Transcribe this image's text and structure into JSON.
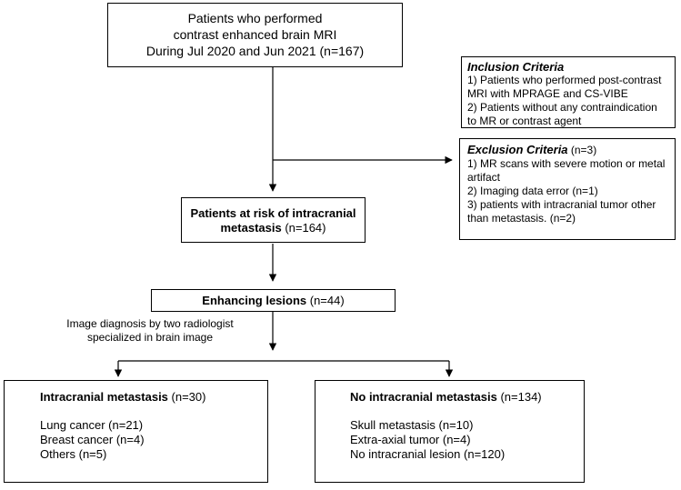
{
  "top_box": {
    "lines": [
      "Patients who performed",
      "contrast enhanced brain MRI",
      "During Jul 2020 and Jun 2021  (n=167)"
    ]
  },
  "inclusion": {
    "title": "Inclusion Criteria",
    "items": [
      "1) Patients who performed post-contrast",
      "MRI with MPRAGE and CS-VIBE",
      "2) Patients without any contraindication",
      "to MR or contrast agent"
    ]
  },
  "exclusion": {
    "title": "Exclusion Criteria",
    "count": " (n=3)",
    "items": [
      "1) MR scans with severe motion or metal",
      "artifact",
      "2) Imaging data error   (n=1)",
      "3) patients with intracranial tumor other",
      "than metastasis. (n=2)"
    ]
  },
  "at_risk": {
    "title_line1": "Patients at risk of intracranial",
    "title_line2_bold": "metastasis",
    "title_line2_rest": " (n=164)"
  },
  "enhancing": {
    "title_bold": "Enhancing lesions",
    "count": " (n=44)"
  },
  "diagnosis_note": {
    "lines": [
      "Image diagnosis by two radiologist",
      "specialized in brain image"
    ]
  },
  "metastasis": {
    "title_bold": "Intracranial metastasis",
    "count": " (n=30)",
    "items": [
      "Lung cancer (n=21)",
      "Breast cancer (n=4)",
      "Others (n=5)"
    ]
  },
  "no_metastasis": {
    "title_bold": "No intracranial metastasis",
    "count": " (n=134)",
    "items": [
      "Skull metastasis (n=10)",
      "Extra-axial tumor (n=4)",
      "No intracranial lesion (n=120)"
    ]
  }
}
